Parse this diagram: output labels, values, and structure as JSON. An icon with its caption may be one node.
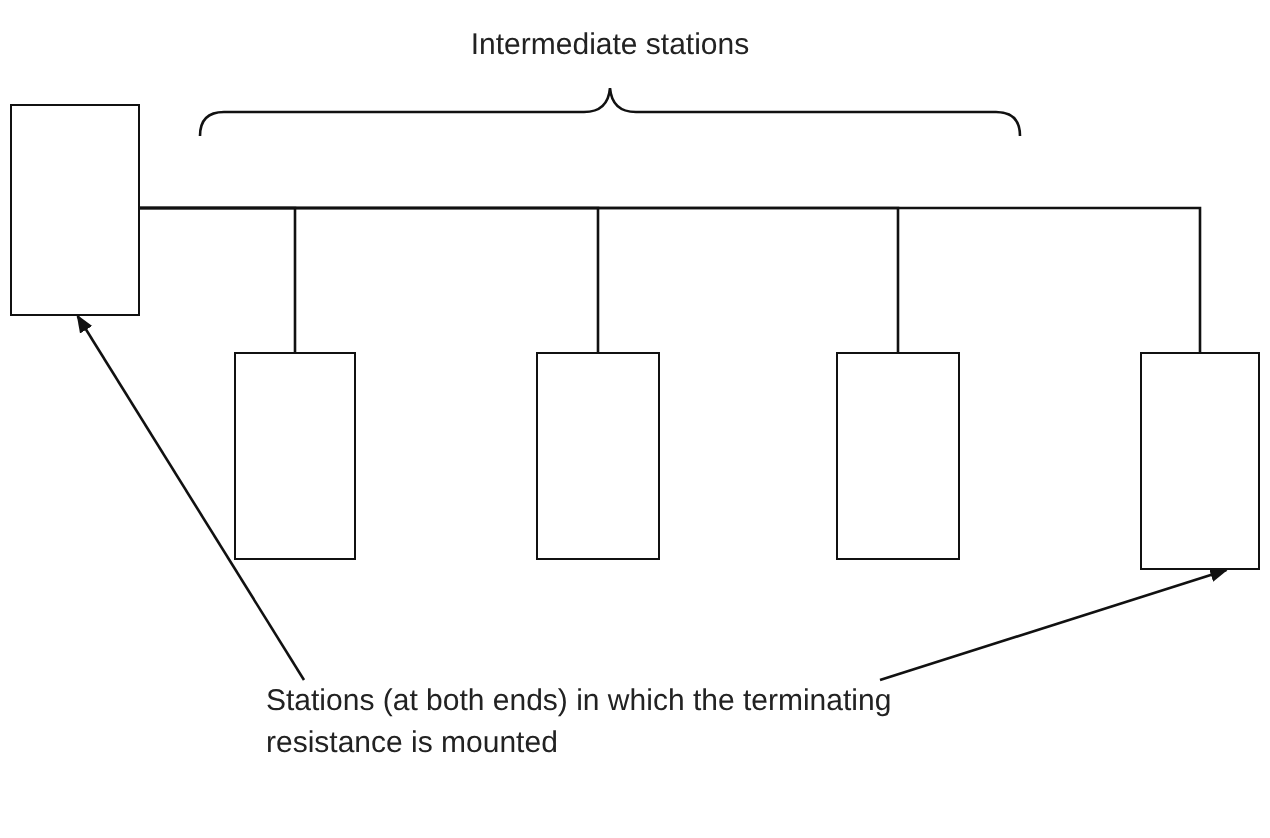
{
  "diagram": {
    "nodes": [
      {
        "text": [],
        "shape": "box"
      },
      {
        "text": [],
        "shape": "box"
      },
      {
        "text": [],
        "shape": "box"
      },
      {
        "text": [],
        "shape": "box"
      },
      {
        "text": [],
        "shape": "box"
      },
      {
        "text": [
          "Stations (at both ends) in which the terminating resistance is mounted"
        ]
      }
    ],
    "edges": [
      {
        "from": 0,
        "to": 1,
        "arrow": "none"
      },
      {
        "from": 0,
        "to": 2,
        "arrow": "none"
      },
      {
        "from": 0,
        "to": 3,
        "arrow": "none"
      },
      {
        "from": 0,
        "to": 4,
        "arrow": "none"
      },
      {
        "from": 5,
        "to": 0,
        "arrow": "to"
      },
      {
        "from": 5,
        "to": 4,
        "arrow": "to"
      }
    ],
    "labels": [
      "Intermediate stations"
    ]
  }
}
